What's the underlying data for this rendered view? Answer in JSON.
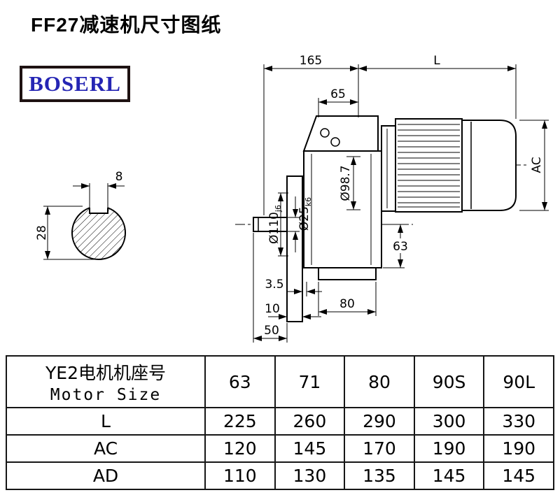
{
  "page": {
    "title": "FF27减速机尺寸图纸",
    "logo_text": "BOSERL"
  },
  "drawing": {
    "dim_165": "165",
    "dim_L": "L",
    "dim_65": "65",
    "dim_AC": "AC",
    "dim_98_7": "Ø98.7",
    "dim_110_main": "Ø110",
    "dim_110_tol": "j6",
    "dim_25_main": "Ø25",
    "dim_25_tol": "k6",
    "dim_63": "63",
    "dim_3_5": "3.5",
    "dim_80": "80",
    "dim_10": "10",
    "dim_50": "50",
    "dim_8": "8",
    "dim_28": "28"
  },
  "table": {
    "header_col1_line1": "YE2电机机座号",
    "header_col1_line2": "Motor Size",
    "motor_sizes": [
      "63",
      "71",
      "80",
      "90S",
      "90L"
    ],
    "rows": [
      {
        "label": "L",
        "values": [
          "225",
          "260",
          "290",
          "300",
          "330"
        ]
      },
      {
        "label": "AC",
        "values": [
          "120",
          "145",
          "170",
          "190",
          "190"
        ]
      },
      {
        "label": "AD",
        "values": [
          "110",
          "130",
          "135",
          "145",
          "145"
        ]
      }
    ]
  },
  "colors": {
    "line": "#000000",
    "logo_text": "#2525b4",
    "logo_border": "#1e1212"
  }
}
